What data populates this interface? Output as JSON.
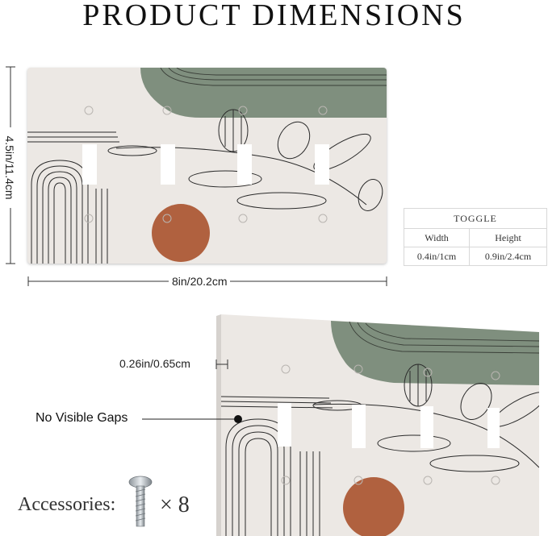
{
  "title": "PRODUCT DIMENSIONS",
  "dimensions": {
    "height": "4.5in/11.4cm",
    "width": "8in/20.2cm",
    "thickness": "0.26in/0.65cm"
  },
  "toggle_table": {
    "header": "TOGGLE",
    "columns": [
      "Width",
      "Height"
    ],
    "values": [
      "0.4in/1cm",
      "0.9in/2.4cm"
    ]
  },
  "features": {
    "no_gaps": "No Visible Gaps"
  },
  "accessories": {
    "label": "Accessories:",
    "count": "× 8"
  },
  "colors": {
    "plate": "#ece8e4",
    "sage": "#7f8f7e",
    "terracotta": "#b0613f"
  },
  "icons": [
    "screw-icon",
    "leaf-branch-illustration",
    "arch-illustration"
  ]
}
